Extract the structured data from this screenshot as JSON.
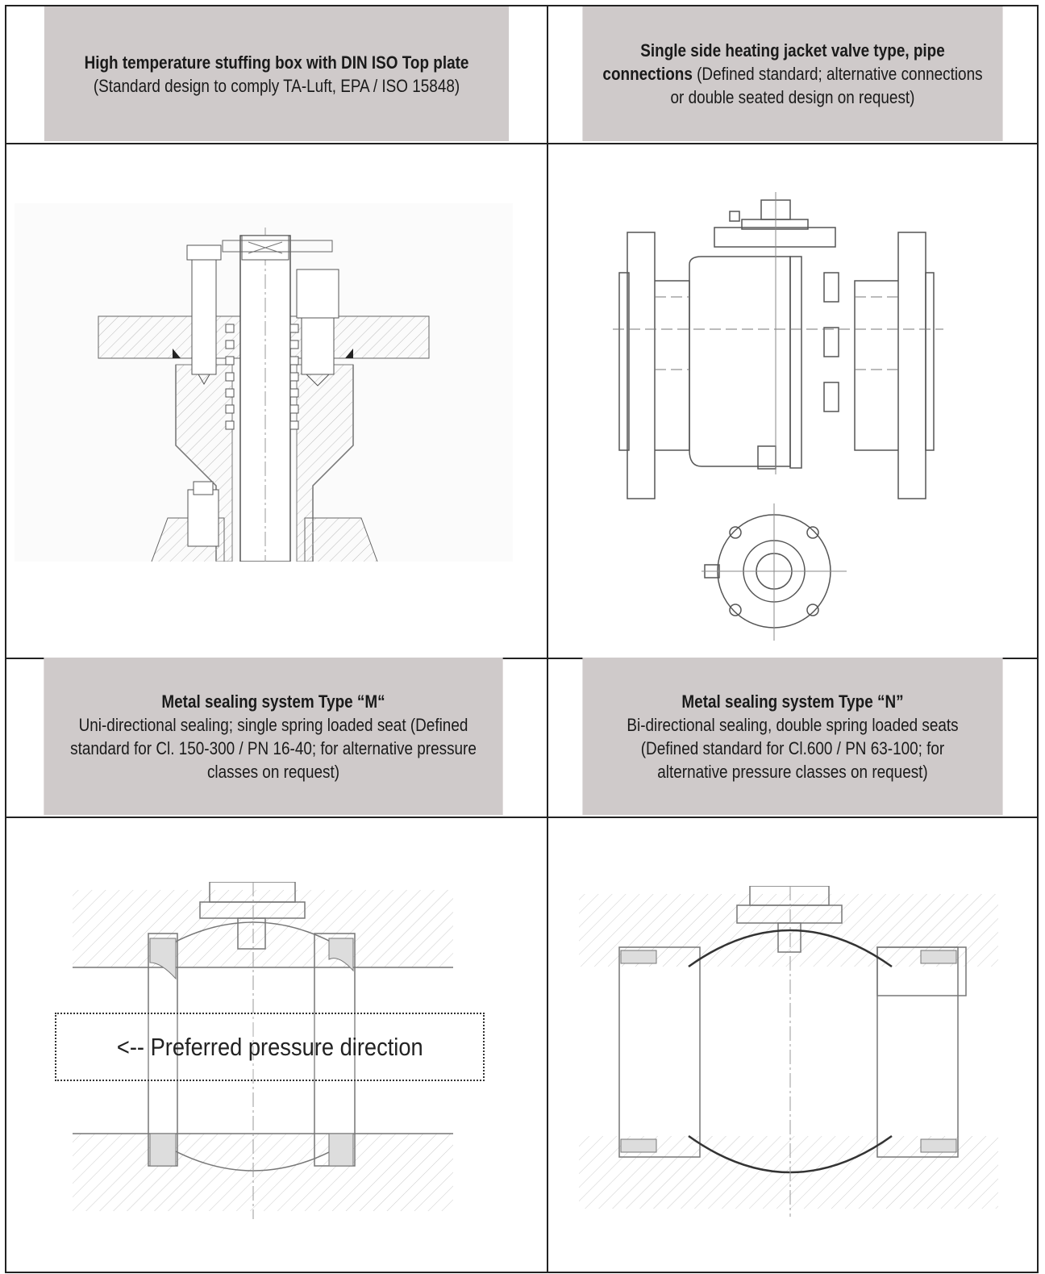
{
  "cells": {
    "top_left": {
      "title_bold": "High temperature stuffing box with  DIN ISO Top plate",
      "title_rest": "",
      "line2": "(Standard design to comply TA-Luft, EPA / ISO 15848)",
      "line3": ""
    },
    "top_right": {
      "line1": "Single side heating jacket valve type, pipe",
      "line2_bold": "connections",
      "line2_rest": " (Defined standard; alternative connections",
      "line3": "or double seated design on request)"
    },
    "bottom_left": {
      "title": "Metal sealing system Type “M“",
      "line2": "Uni-directional sealing; single spring loaded seat (Defined",
      "line3": "standard for Cl. 150-300 / PN 16-40; for alternative pressure",
      "line4": "classes on request)",
      "annotation": "<-- Preferred pressure direction"
    },
    "bottom_right": {
      "title": "Metal sealing system Type “N”",
      "line2": "Bi-directional sealing, double spring loaded seats",
      "line3": "(Defined standard for Cl.600 /   PN 63-100; for",
      "line4": "alternative pressure classes on request)"
    }
  },
  "colors": {
    "header_bg": "#cfcaca",
    "border": "#222222",
    "drawing": "#555555"
  }
}
